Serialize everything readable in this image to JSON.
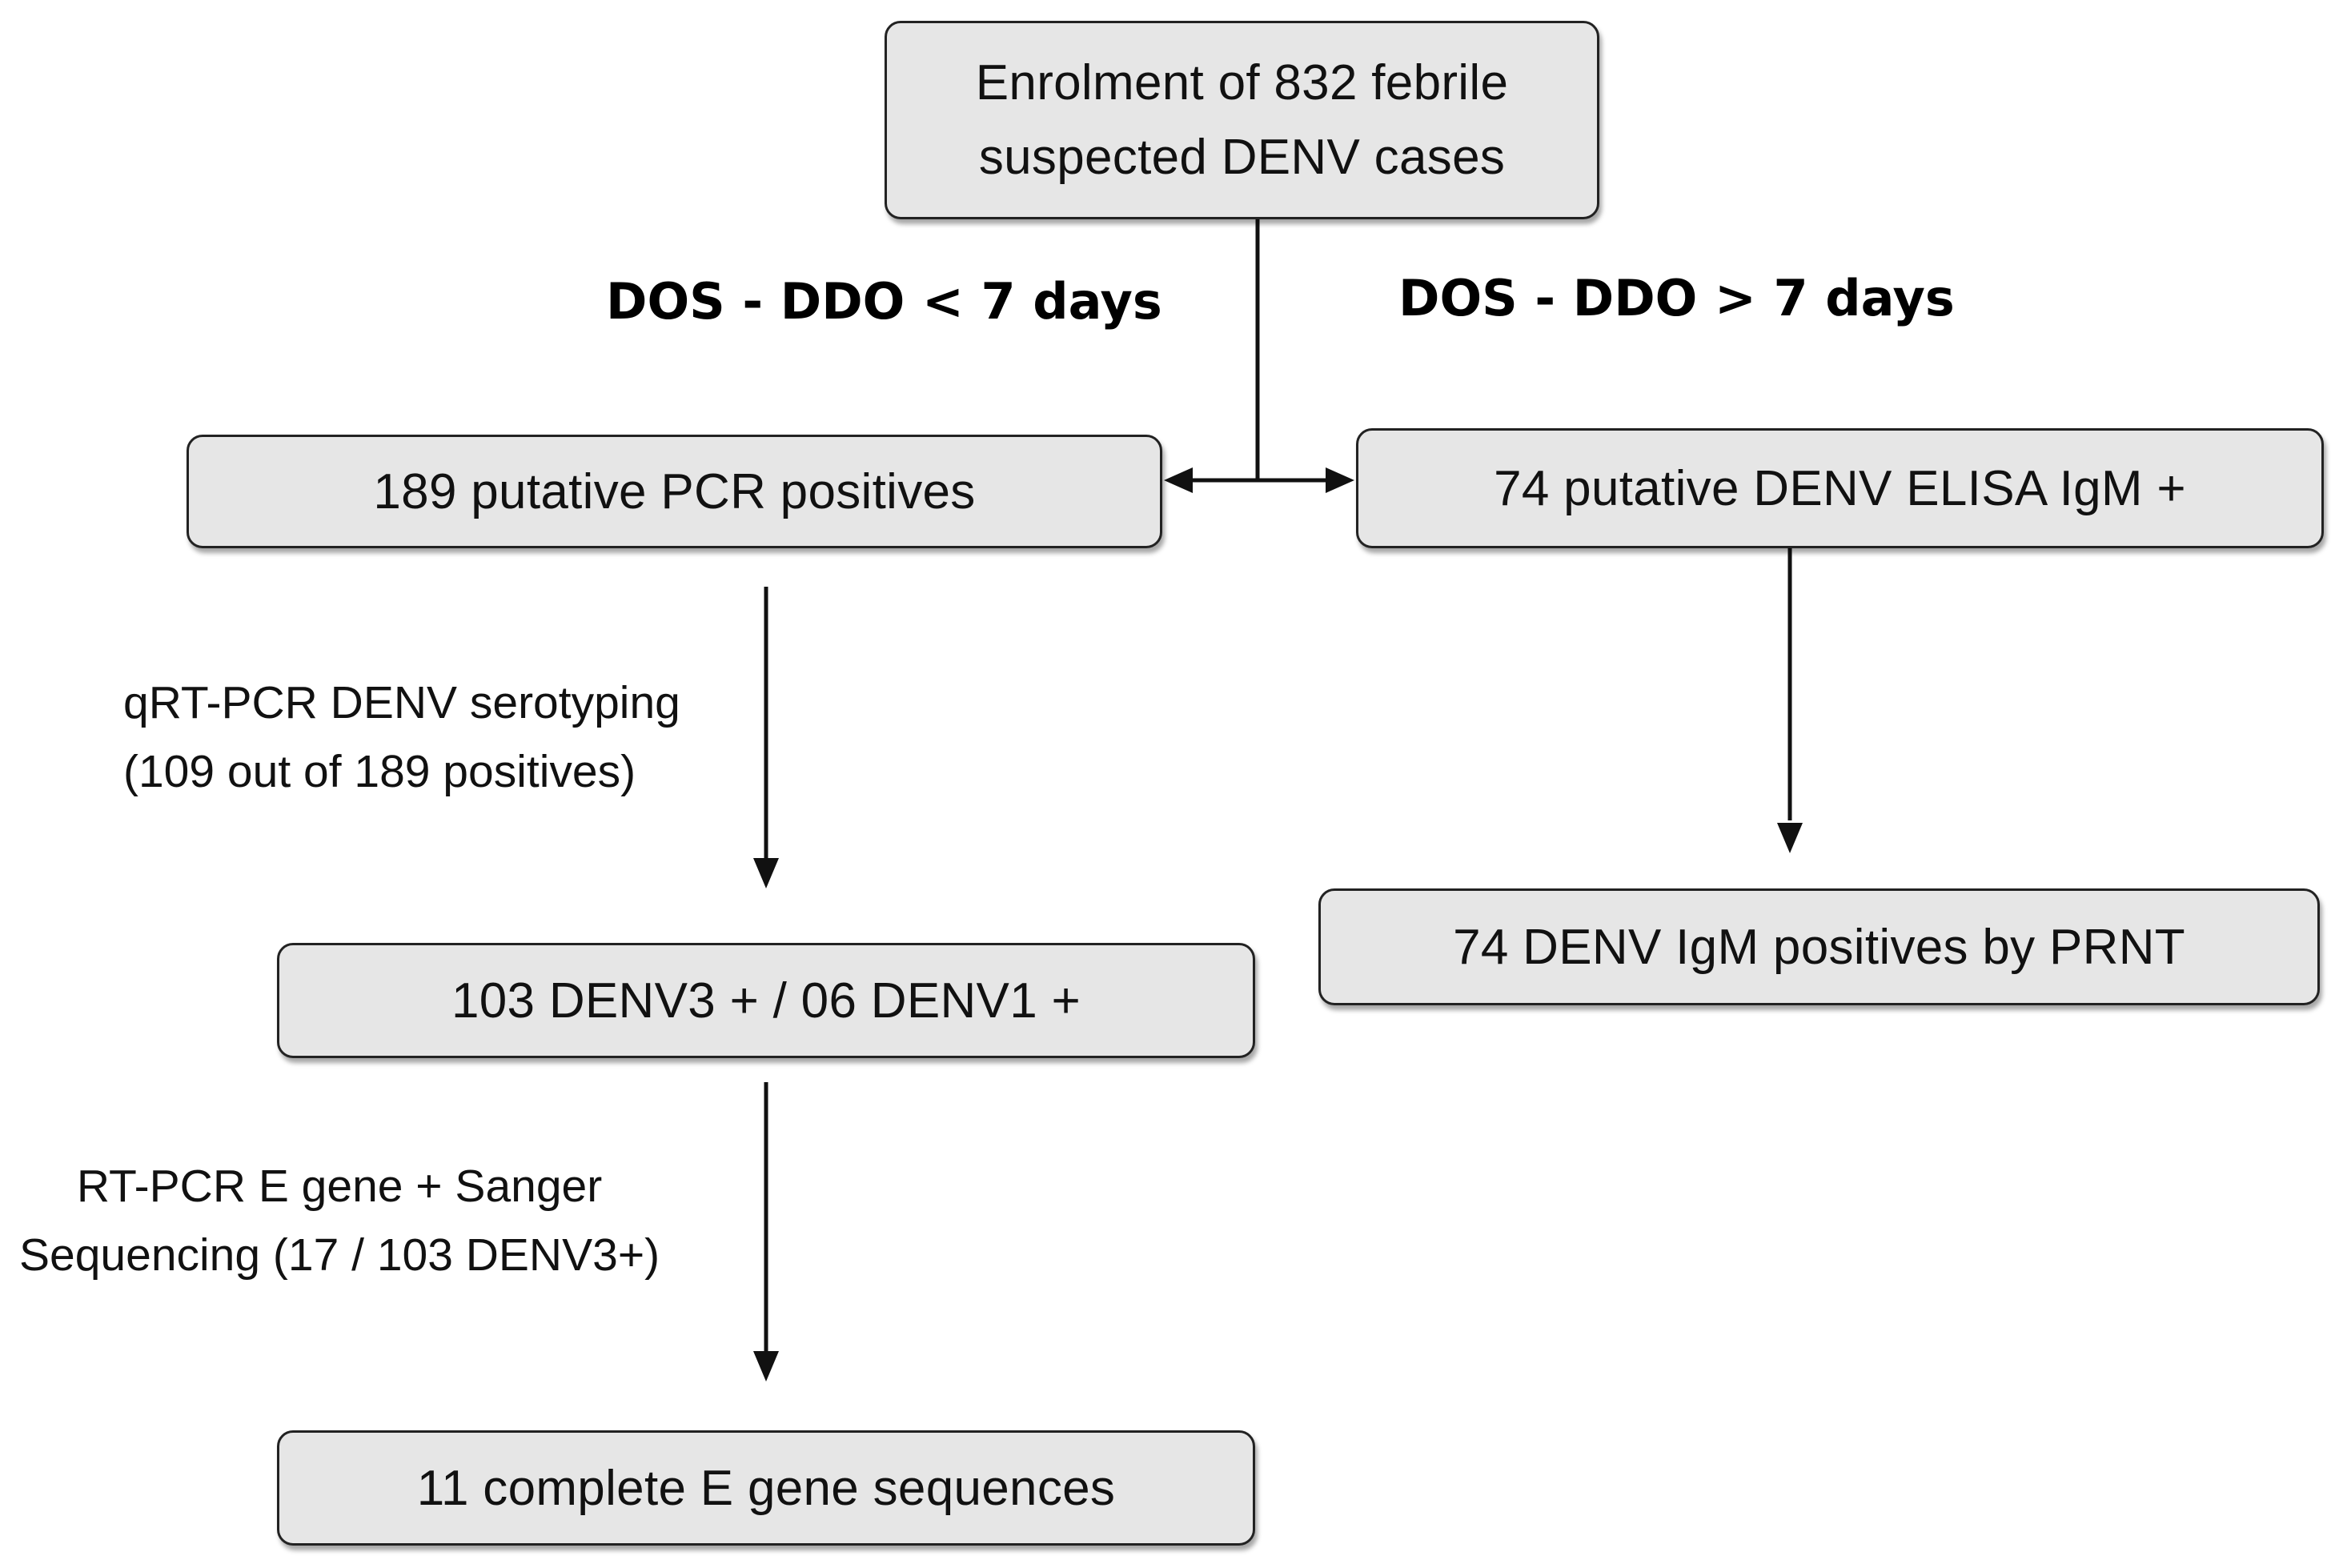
{
  "nodes": {
    "enrolment": {
      "line1": "Enrolment of 832 febrile",
      "line2": "suspected DENV cases"
    },
    "pcr_positives": "189 putative PCR positives",
    "elisa_igm": "74 putative DENV ELISA IgM +",
    "serotypes": "103 DENV3 + / 06 DENV1 +",
    "prnt": "74 DENV IgM positives by PRNT",
    "e_gene": "11 complete E gene sequences"
  },
  "branch_labels": {
    "left": "DOS - DDO < 7 days",
    "right": "DOS - DDO > 7 days"
  },
  "edge_labels": {
    "serotyping": {
      "line1": "qRT-PCR DENV serotyping",
      "line2": "(109 out of 189 positives)"
    },
    "sequencing": {
      "line1": "RT-PCR E gene + Sanger",
      "line2": "Sequencing (17 / 103 DENV3+)"
    }
  },
  "colors": {
    "box_fill": "#e6e6e6",
    "box_border": "#222222",
    "connector": "#111111",
    "text": "#111111"
  }
}
